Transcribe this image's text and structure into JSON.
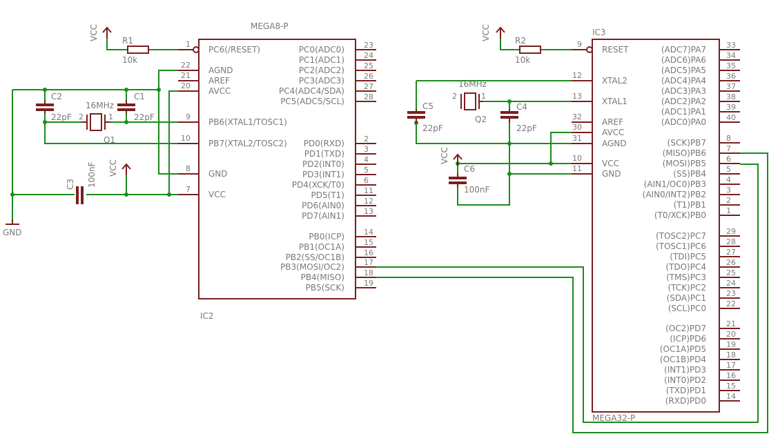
{
  "chips": [
    {
      "id": "IC2",
      "name": "IC2",
      "part": "MEGA8-P",
      "left_pins": [
        {
          "num": "1",
          "label": "PC6(/RESET)"
        },
        {
          "num": "22",
          "label": "AGND"
        },
        {
          "num": "21",
          "label": "AREF"
        },
        {
          "num": "20",
          "label": "AVCC"
        },
        {
          "num": "9",
          "label": "PB6(XTAL1/TOSC1)"
        },
        {
          "num": "10",
          "label": "PB7(XTAL2/TOSC2)"
        },
        {
          "num": "8",
          "label": "GND"
        },
        {
          "num": "7",
          "label": "VCC"
        }
      ],
      "right_pins": [
        {
          "num": "23",
          "label": "PC0(ADC0)"
        },
        {
          "num": "24",
          "label": "PC1(ADC1)"
        },
        {
          "num": "25",
          "label": "PC2(ADC2)"
        },
        {
          "num": "26",
          "label": "PC3(ADC3)"
        },
        {
          "num": "27",
          "label": "PC4(ADC4/SDA)"
        },
        {
          "num": "28",
          "label": "PC5(ADC5/SCL)"
        },
        {
          "num": "2",
          "label": "PD0(RXD)"
        },
        {
          "num": "3",
          "label": "PD1(TXD)"
        },
        {
          "num": "4",
          "label": "PD2(INT0)"
        },
        {
          "num": "5",
          "label": "PD3(INT1)"
        },
        {
          "num": "6",
          "label": "PD4(XCK/T0)"
        },
        {
          "num": "11",
          "label": "PD5(T1)"
        },
        {
          "num": "12",
          "label": "PD6(AIN0)"
        },
        {
          "num": "13",
          "label": "PD7(AIN1)"
        },
        {
          "num": "14",
          "label": "PB0(ICP)"
        },
        {
          "num": "15",
          "label": "PB1(OC1A)"
        },
        {
          "num": "16",
          "label": "PB2(SS/OC1B)"
        },
        {
          "num": "17",
          "label": "PB3(MOSI/OC2)"
        },
        {
          "num": "18",
          "label": "PB4(MISO)"
        },
        {
          "num": "19",
          "label": "PB5(SCK)"
        }
      ]
    },
    {
      "id": "IC3",
      "name": "IC3",
      "part": "MEGA32-P",
      "left_pins": [
        {
          "num": "9",
          "label": "RESET"
        },
        {
          "num": "12",
          "label": "XTAL2"
        },
        {
          "num": "13",
          "label": "XTAL1"
        },
        {
          "num": "32",
          "label": "AREF"
        },
        {
          "num": "30",
          "label": "AVCC"
        },
        {
          "num": "31",
          "label": "AGND"
        },
        {
          "num": "10",
          "label": "VCC"
        },
        {
          "num": "11",
          "label": "GND"
        }
      ],
      "right_pins": [
        {
          "num": "33",
          "label": "(ADC7)PA7"
        },
        {
          "num": "34",
          "label": "(ADC6)PA6"
        },
        {
          "num": "35",
          "label": "(ADC5)PA5"
        },
        {
          "num": "36",
          "label": "(ADC4)PA4"
        },
        {
          "num": "37",
          "label": "(ADC3)PA3"
        },
        {
          "num": "38",
          "label": "(ADC2)PA2"
        },
        {
          "num": "39",
          "label": "(ADC1)PA1"
        },
        {
          "num": "40",
          "label": "(ADC0)PA0"
        },
        {
          "num": "8",
          "label": "(SCK)PB7"
        },
        {
          "num": "7",
          "label": "(MISO)PB6"
        },
        {
          "num": "6",
          "label": "(MOSI)PB5"
        },
        {
          "num": "5",
          "label": "(SS)PB4"
        },
        {
          "num": "4",
          "label": "(AIN1/OC0)PB3"
        },
        {
          "num": "3",
          "label": "(AIN0/INT2)PB2"
        },
        {
          "num": "2",
          "label": "(T1)PB1"
        },
        {
          "num": "1",
          "label": "(T0/XCK)PB0"
        },
        {
          "num": "29",
          "label": "(TOSC2)PC7"
        },
        {
          "num": "28",
          "label": "(TOSC1)PC6"
        },
        {
          "num": "27",
          "label": "(TDI)PC5"
        },
        {
          "num": "26",
          "label": "(TDO)PC4"
        },
        {
          "num": "25",
          "label": "(TMS)PC3"
        },
        {
          "num": "24",
          "label": "(TCK)PC2"
        },
        {
          "num": "23",
          "label": "(SDA)PC1"
        },
        {
          "num": "22",
          "label": "(SCL)PC0"
        },
        {
          "num": "21",
          "label": "(OC2)PD7"
        },
        {
          "num": "20",
          "label": "(ICP)PD6"
        },
        {
          "num": "19",
          "label": "(OC1A)PD5"
        },
        {
          "num": "18",
          "label": "(OC1B)PD4"
        },
        {
          "num": "17",
          "label": "(INT1)PD3"
        },
        {
          "num": "16",
          "label": "(INT0)PD2"
        },
        {
          "num": "15",
          "label": "(TXD)PD1"
        },
        {
          "num": "14",
          "label": "(RXD)PD0"
        }
      ]
    }
  ],
  "parts": {
    "r1": {
      "name": "R1",
      "value": "10k"
    },
    "r2": {
      "name": "R2",
      "value": "10k"
    },
    "c1": {
      "name": "C1",
      "value": "22pF"
    },
    "c2": {
      "name": "C2",
      "value": "22pF"
    },
    "c3": {
      "name": "C3",
      "value": "100nF"
    },
    "c4": {
      "name": "C4",
      "value": "22pF"
    },
    "c5": {
      "name": "C5",
      "value": "22pF"
    },
    "c6": {
      "name": "C6",
      "value": "100nF"
    },
    "q1": {
      "name": "Q1",
      "value": "16MHz",
      "pin1": "1",
      "pin2": "2"
    },
    "q2": {
      "name": "Q2",
      "value": "16MHz",
      "pin1": "1",
      "pin2": "2"
    }
  },
  "supplies": {
    "vcc": "VCC",
    "gnd": "GND"
  },
  "colors": {
    "wire": "#1a8c1a",
    "symbol": "#7a1e1e",
    "text": "#787878"
  }
}
